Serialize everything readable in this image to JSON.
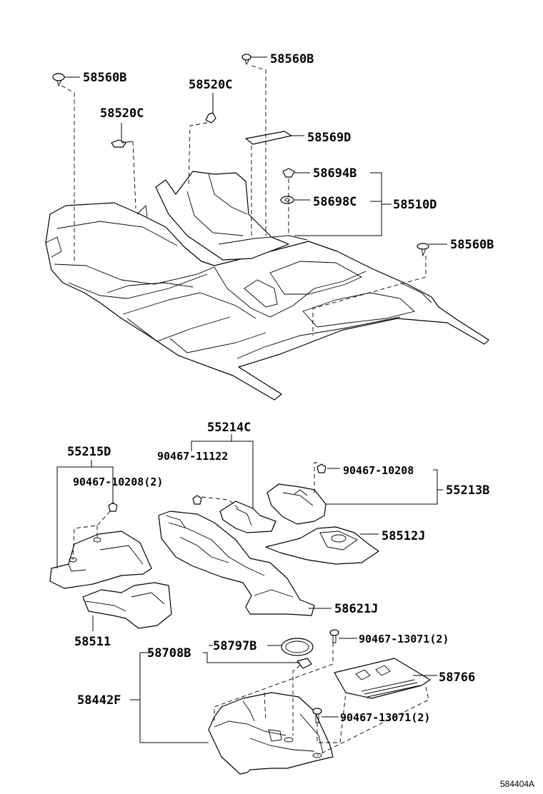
{
  "labels": {
    "p58560B_a": "58560B",
    "p58560B_b": "58560B",
    "p58560B_c": "58560B",
    "p58520C_a": "58520C",
    "p58520C_b": "58520C",
    "p58569D": "58569D",
    "p58694B": "58694B",
    "p58698C": "58698C",
    "p58510D": "58510D",
    "p55214C": "55214C",
    "p55215D": "55215D",
    "p90467_11122": "90467-11122",
    "p90467_10208_2": "90467-10208(2)",
    "p90467_10208": "90467-10208",
    "p55213B": "55213B",
    "p58512J": "58512J",
    "p58621J": "58621J",
    "p58511": "58511",
    "p58708B": "58708B",
    "p58797B": "58797B",
    "p90467_13071_a": "90467-13071(2)",
    "p90467_13071_b": "90467-13071(2)",
    "p58766": "58766",
    "p58442F": "58442F"
  },
  "footer": {
    "ref_code": "584404A"
  }
}
